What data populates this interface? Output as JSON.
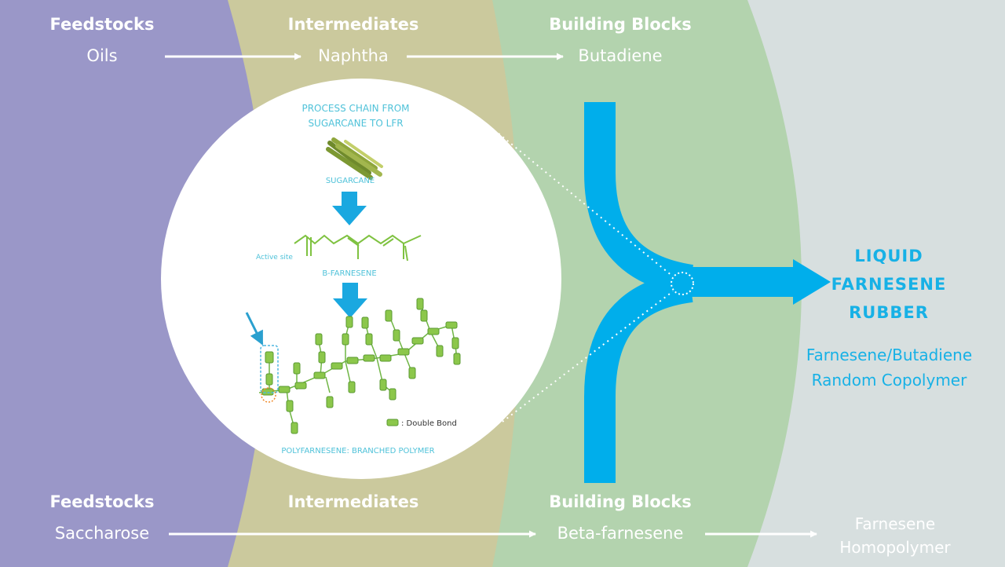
{
  "top_row": {
    "feedstocks_header": "Feedstocks",
    "intermediates_header": "Intermediates",
    "building_blocks_header": "Building Blocks",
    "feedstock": "Oils",
    "intermediate": "Naphtha",
    "building_block": "Butadiene"
  },
  "bottom_row": {
    "feedstocks_header": "Feedstocks",
    "intermediates_header": "Intermediates",
    "building_blocks_header": "Building Blocks",
    "feedstock": "Saccharose",
    "building_block": "Beta-farnesene",
    "product": [
      "Farnesene",
      "Homopolymer"
    ]
  },
  "product": {
    "title_lines": [
      "LIQUID",
      "FARNESENE",
      "RUBBER"
    ],
    "subtitle_lines": [
      "Farnesene/Butadiene",
      "Random Copolymer"
    ]
  },
  "inset": {
    "title_lines": [
      "PROCESS CHAIN FROM",
      "SUGARCANE TO LFR"
    ],
    "step1_label": "SUGARCANE",
    "active_site_label": "Active site",
    "step2_label": "B-FARNESENE",
    "double_bond_legend": ": Double Bond",
    "step3_label": "POLYFARNESENE: BRANCHED POLYMER"
  },
  "colors": {
    "feedstocks_band": "#9a97c8",
    "intermediates_band": "#cbc99d",
    "building_blocks_band": "#b3d3ae",
    "products_band": "#d7dfdf",
    "flow_blue": "#00aeeb",
    "accent_text": "#17b1e6",
    "bond_green": "#7fc241"
  }
}
